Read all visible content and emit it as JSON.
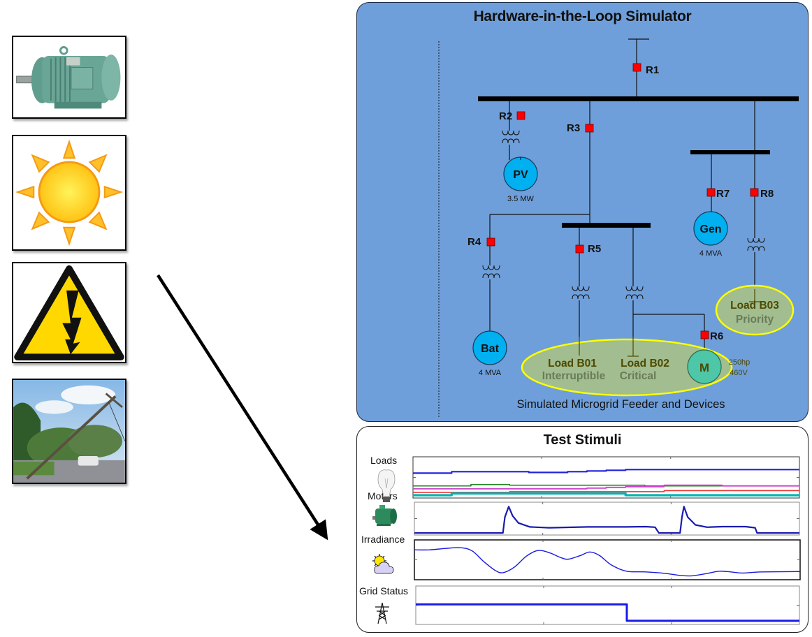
{
  "left_images": [
    {
      "name": "induction-motor-photo",
      "description": "Electric motor"
    },
    {
      "name": "sun-icon",
      "description": "Sun"
    },
    {
      "name": "high-voltage-warning-sign",
      "description": "High voltage hazard sign"
    },
    {
      "name": "downed-power-pole-photo",
      "description": "Fallen utility pole"
    }
  ],
  "hil": {
    "title": "Hardware-in-the-Loop Simulator",
    "caption": "Simulated Microgrid Feeder and Devices",
    "relays": [
      "R1",
      "R2",
      "R3",
      "R4",
      "R5",
      "R6",
      "R7",
      "R8"
    ],
    "sources": {
      "pv": {
        "label": "PV",
        "rating": "3.5 MW"
      },
      "bat": {
        "label": "Bat",
        "rating": "4 MVA"
      },
      "gen": {
        "label": "Gen",
        "rating": "4 MVA"
      },
      "motor": {
        "label": "M",
        "rating_hp": "250hp",
        "rating_v": "460V"
      }
    },
    "loads": {
      "b01": {
        "name": "Load B01",
        "type": "Interruptible"
      },
      "b02": {
        "name": "Load B02",
        "type": "Critical"
      },
      "b03": {
        "name": "Load B03",
        "type": "Priority"
      }
    },
    "colors": {
      "panel": "#6f9fda",
      "relay": "#ff0000",
      "source": "#00b0f0",
      "motor": "#4dc7a8",
      "load_fill": "#a2bd8f",
      "load_outline": "#ffff00",
      "load_text": "#4d4a00"
    }
  },
  "stimuli": {
    "title": "Test Stimuli",
    "labels": {
      "loads": "Loads",
      "motors": "Motors",
      "irradiance": "Irradiance",
      "grid": "Grid Status"
    }
  },
  "chart_data": [
    {
      "type": "line",
      "title": "Loads",
      "x": [
        0,
        0.05,
        0.1,
        0.15,
        0.2,
        0.25,
        0.3,
        0.35,
        0.4,
        0.45,
        0.5,
        0.55,
        0.6,
        0.65,
        0.7,
        0.75,
        0.8,
        0.85,
        0.9,
        0.95,
        1.0
      ],
      "series": [
        {
          "name": "load-blue",
          "color": "#2222dd",
          "values": [
            0.62,
            0.62,
            0.66,
            0.66,
            0.66,
            0.66,
            0.64,
            0.64,
            0.66,
            0.68,
            0.7,
            0.72,
            0.72,
            0.72,
            0.72,
            0.72,
            0.72,
            0.72,
            0.72,
            0.72,
            0.72
          ]
        },
        {
          "name": "load-green",
          "color": "#228822",
          "values": [
            0.26,
            0.26,
            0.26,
            0.3,
            0.3,
            0.28,
            0.28,
            0.28,
            0.28,
            0.28,
            0.28,
            0.28,
            0.26,
            0.26,
            0.26,
            0.26,
            0.26,
            0.26,
            0.26,
            0.26,
            0.26
          ]
        },
        {
          "name": "load-magenta",
          "color": "#cc44cc",
          "values": [
            0.18,
            0.18,
            0.18,
            0.18,
            0.18,
            0.18,
            0.18,
            0.18,
            0.18,
            0.2,
            0.22,
            0.24,
            0.24,
            0.28,
            0.28,
            0.28,
            0.26,
            0.26,
            0.26,
            0.26,
            0.26
          ]
        },
        {
          "name": "load-red",
          "color": "#ee3333",
          "values": [
            0.08,
            0.08,
            0.08,
            0.08,
            0.08,
            0.1,
            0.1,
            0.1,
            0.1,
            0.1,
            0.1,
            0.1,
            0.1,
            0.13,
            0.13,
            0.13,
            0.13,
            0.13,
            0.13,
            0.13,
            0.13
          ]
        },
        {
          "name": "load-cyan",
          "color": "#00b4b4",
          "values": [
            0.0,
            0.0,
            0.05,
            0.05,
            0.05,
            0.05,
            0.05,
            0.05,
            0.05,
            0.05,
            0.05,
            0.0,
            0.0,
            0.0,
            0.0,
            0.0,
            0.0,
            0.0,
            0.0,
            0.0,
            0.0
          ]
        }
      ],
      "ylim": [
        0,
        1
      ],
      "grid": false
    },
    {
      "type": "line",
      "title": "Motors",
      "series": [
        {
          "name": "motor-current",
          "color": "#1a1ab0",
          "points": [
            [
              0.0,
              0.0
            ],
            [
              0.22,
              0.0
            ],
            [
              0.23,
              0.0
            ],
            [
              0.235,
              0.55
            ],
            [
              0.245,
              0.92
            ],
            [
              0.255,
              0.6
            ],
            [
              0.27,
              0.35
            ],
            [
              0.3,
              0.21
            ],
            [
              0.35,
              0.18
            ],
            [
              0.45,
              0.21
            ],
            [
              0.55,
              0.21
            ],
            [
              0.6,
              0.22
            ],
            [
              0.625,
              0.2
            ],
            [
              0.635,
              0.0
            ],
            [
              0.69,
              0.0
            ],
            [
              0.695,
              0.55
            ],
            [
              0.7,
              0.92
            ],
            [
              0.71,
              0.55
            ],
            [
              0.73,
              0.28
            ],
            [
              0.76,
              0.2
            ],
            [
              0.8,
              0.22
            ],
            [
              0.86,
              0.22
            ],
            [
              0.885,
              0.18
            ],
            [
              0.89,
              0.0
            ],
            [
              1.0,
              0.0
            ]
          ]
        }
      ],
      "ylim": [
        0,
        1
      ],
      "grid": false
    },
    {
      "type": "line",
      "title": "Irradiance",
      "series": [
        {
          "name": "irradiance",
          "color": "#1a1ae0",
          "points": [
            [
              0.0,
              0.78
            ],
            [
              0.04,
              0.78
            ],
            [
              0.08,
              0.82
            ],
            [
              0.12,
              0.84
            ],
            [
              0.15,
              0.75
            ],
            [
              0.18,
              0.45
            ],
            [
              0.21,
              0.2
            ],
            [
              0.23,
              0.14
            ],
            [
              0.26,
              0.3
            ],
            [
              0.29,
              0.6
            ],
            [
              0.32,
              0.76
            ],
            [
              0.35,
              0.7
            ],
            [
              0.38,
              0.56
            ],
            [
              0.4,
              0.52
            ],
            [
              0.43,
              0.62
            ],
            [
              0.455,
              0.72
            ],
            [
              0.48,
              0.62
            ],
            [
              0.51,
              0.36
            ],
            [
              0.55,
              0.18
            ],
            [
              0.6,
              0.16
            ],
            [
              0.65,
              0.12
            ],
            [
              0.69,
              0.06
            ],
            [
              0.72,
              0.05
            ],
            [
              0.76,
              0.12
            ],
            [
              0.79,
              0.18
            ],
            [
              0.82,
              0.16
            ],
            [
              0.85,
              0.13
            ],
            [
              0.9,
              0.16
            ],
            [
              1.0,
              0.17
            ]
          ]
        }
      ],
      "ylim": [
        0,
        1
      ],
      "grid": false
    },
    {
      "type": "line",
      "title": "Grid Status",
      "series": [
        {
          "name": "grid-status",
          "color": "#1a1ae8",
          "points": [
            [
              0.0,
              1
            ],
            [
              0.55,
              1
            ],
            [
              0.55,
              0
            ],
            [
              1.0,
              0
            ]
          ]
        }
      ],
      "ylim": [
        -0.1,
        2.0
      ],
      "grid": false
    }
  ]
}
